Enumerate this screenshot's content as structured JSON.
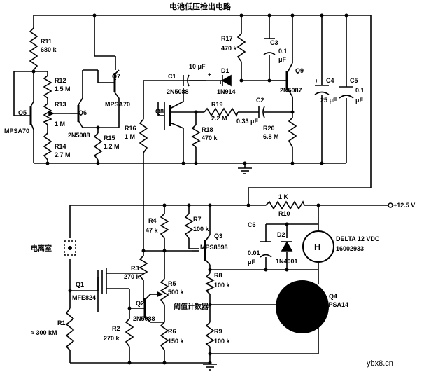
{
  "title": "电池低压检出电路",
  "watermark": "ybx8.cn",
  "supply": "+12.5 V",
  "upper": {
    "R11": {
      "name": "R11",
      "value": "680 k"
    },
    "R12": {
      "name": "R12",
      "value": "1.5 M"
    },
    "R13": {
      "name": "R13",
      "value": "1 M"
    },
    "R14": {
      "name": "R14",
      "value": "2.7 M"
    },
    "R15": {
      "name": "R15",
      "value": "1.2 M"
    },
    "R16": {
      "name": "R16",
      "value": "1 M"
    },
    "R17": {
      "name": "R17",
      "value": "470 k"
    },
    "R18": {
      "name": "R18",
      "value": "470 k"
    },
    "R19": {
      "name": "R19",
      "value": "2.2 M"
    },
    "R20": {
      "name": "R20",
      "value": "6.8 M"
    },
    "Q5": {
      "name": "Q5",
      "type": "MPSA70"
    },
    "Q6": {
      "name": "Q6",
      "type": "2N5088"
    },
    "Q7": {
      "name": "Q7",
      "type": "MPSA70"
    },
    "Q8": {
      "name": "Q8",
      "type": "2N5088"
    },
    "Q9": {
      "name": "Q9",
      "type": "2N5087"
    },
    "D1": {
      "name": "D1",
      "type": "1N914"
    },
    "C1": {
      "name": "C1",
      "value": "10 μF"
    },
    "C2": {
      "name": "C2",
      "value": "0.33 μF"
    },
    "C3": {
      "name": "C3",
      "value_a": "0.1",
      "value_b": "μF"
    },
    "C4": {
      "name": "C4",
      "value": "25 μF"
    },
    "C5": {
      "name": "C5",
      "value_a": "0.1",
      "value_b": "μF"
    }
  },
  "lower": {
    "R1": {
      "name": "R1",
      "value": "≈ 300 kM"
    },
    "R2": {
      "name": "R2",
      "value": "270 k"
    },
    "R3": {
      "name": "R3",
      "value": "270 k"
    },
    "R4": {
      "name": "R4",
      "value": "47 k"
    },
    "R5": {
      "name": "R5",
      "value": "500 k"
    },
    "R6": {
      "name": "R6",
      "value": "150 k"
    },
    "R7": {
      "name": "R7",
      "value": "100 k"
    },
    "R8": {
      "name": "R8",
      "value": "100 k"
    },
    "R9": {
      "name": "R9",
      "value": "100 k"
    },
    "R10": {
      "name": "R10",
      "value": "1 K"
    },
    "Q1": {
      "name": "Q1",
      "type": "MFE824"
    },
    "Q2": {
      "name": "Q2",
      "type": "2N5088"
    },
    "Q3": {
      "name": "Q3",
      "type": "MPS8598"
    },
    "Q4": {
      "name": "Q4",
      "type": "MPSA14"
    },
    "D2": {
      "name": "D2",
      "type": "1N4001"
    },
    "C6": {
      "name": "C6",
      "value_a": "0.01",
      "value_b": "μF"
    },
    "motor": {
      "symbol": "H",
      "label": "DELTA  12 VDC",
      "part": "16002933"
    },
    "chamber": "电离室",
    "threshold": "阈值计数器"
  }
}
